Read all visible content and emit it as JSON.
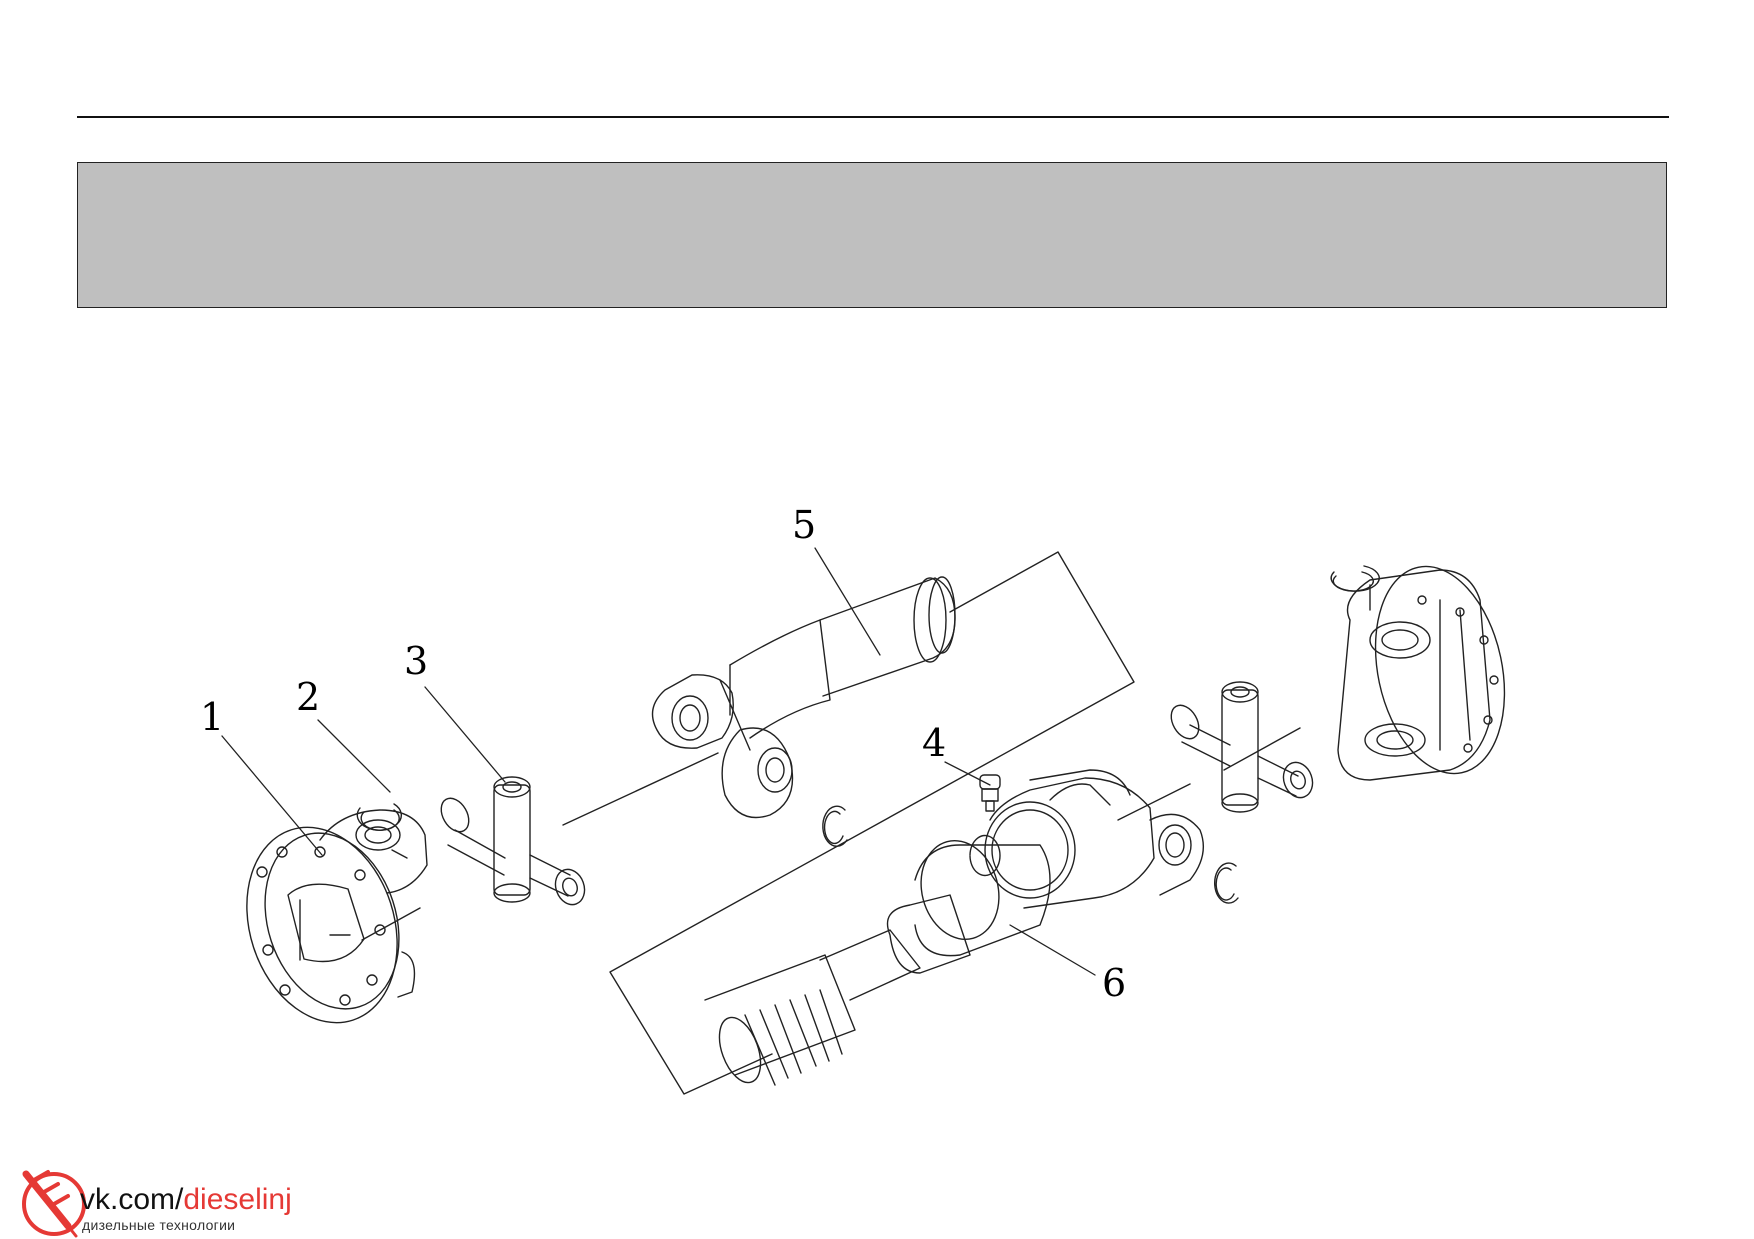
{
  "diagram": {
    "callouts": {
      "c1": "1",
      "c2": "2",
      "c3": "3",
      "c4": "4",
      "c5": "5",
      "c6": "6"
    }
  },
  "watermark": {
    "prefix": "vk.com/",
    "handle": "dieselinj",
    "subtitle": "дизельные технологии",
    "accent_color": "#e53935",
    "icon": "fuel-injector-icon"
  },
  "colors": {
    "banner": "#bfbfbf",
    "line": "#111111"
  }
}
